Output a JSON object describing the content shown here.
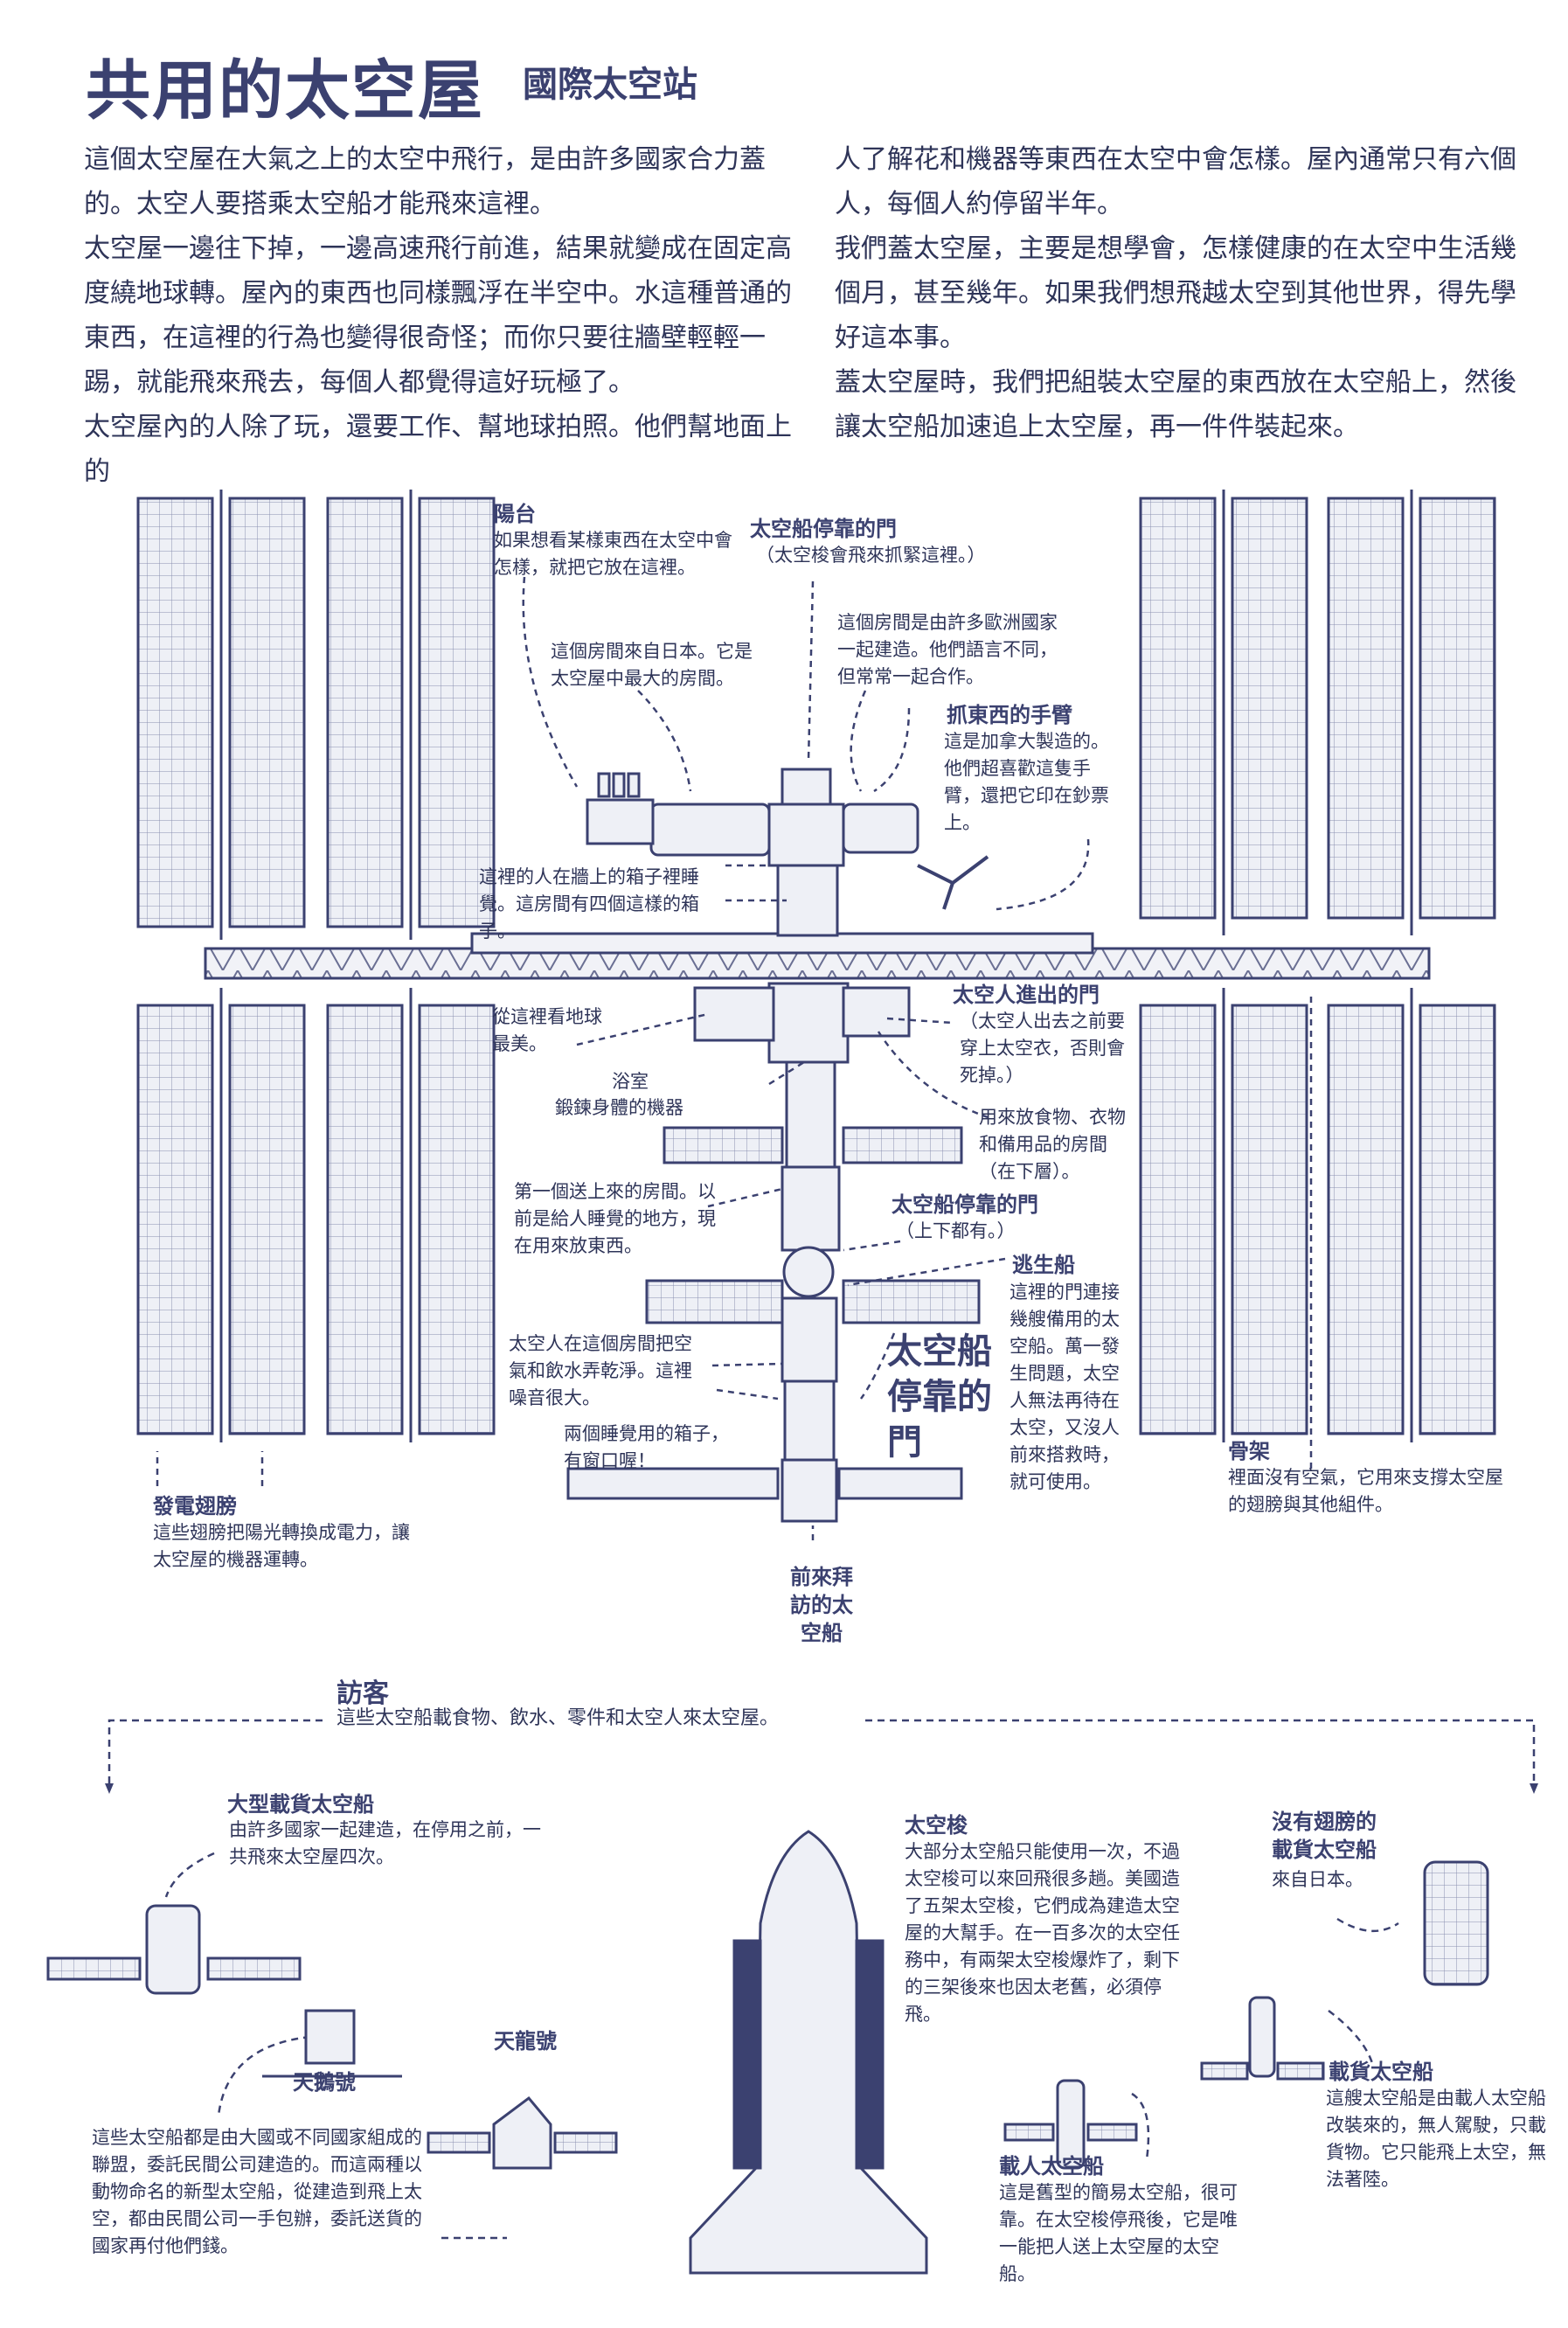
{
  "header": {
    "title": "共用的太空屋",
    "subtitle": "國際太空站"
  },
  "intro": {
    "left": [
      "這個太空屋在大氣之上的太空中飛行，是由許多國家合力蓋的。太空人要搭乘太空船才能飛來這裡。",
      "太空屋一邊往下掉，一邊高速飛行前進，結果就變成在固定高度繞地球轉。屋內的東西也同樣飄浮在半空中。水這種普通的東西，在這裡的行為也變得很奇怪；而你只要往牆壁輕輕一踢，就能飛來飛去，每個人都覺得這好玩極了。",
      "太空屋內的人除了玩，還要工作、幫地球拍照。他們幫地面上的"
    ],
    "right": [
      "人了解花和機器等東西在太空中會怎樣。屋內通常只有六個人，每個人約停留半年。",
      "我們蓋太空屋，主要是想學會，怎樣健康的在太空中生活幾個月，甚至幾年。如果我們想飛越太空到其他世界，得先學好這本事。",
      "蓋太空屋時，我們把組裝太空屋的東西放在太空船上，然後讓太空船加速追上太空屋，再一件件裝起來。"
    ]
  },
  "station": {
    "balcony": {
      "label": "陽台",
      "note": "如果想看某樣東西在太空中會怎樣，就把它放在這裡。"
    },
    "dock_top": {
      "label": "太空船停靠的門",
      "note": "（太空梭會飛來抓緊這裡。）"
    },
    "japan_room": {
      "note": "這個房間來自日本。它是太空屋中最大的房間。"
    },
    "europe_room": {
      "note": "這個房間是由許多歐洲國家一起建造。他們語言不同，但常常一起合作。"
    },
    "arm": {
      "label": "抓東西的手臂",
      "note": "這是加拿大製造的。他們超喜歡這隻手臂，還把它印在鈔票上。"
    },
    "sleep_boxes": {
      "note": "這裡的人在牆上的箱子裡睡覺。這房間有四個這樣的箱子。"
    },
    "earth_view": {
      "note": "從這裡看地球最美。"
    },
    "bathroom": {
      "note": "浴室"
    },
    "gym": {
      "note": "鍛鍊身體的機器"
    },
    "airlock": {
      "label": "太空人進出的門",
      "note": "（太空人出去之前要穿上太空衣，否則會死掉。）"
    },
    "storage": {
      "note": "用來放食物、衣物和備用品的房間（在下層）。"
    },
    "first_room": {
      "note": "第一個送上來的房間。以前是給人睡覺的地方，現在用來放東西。"
    },
    "dock_mid": {
      "label": "太空船停靠的門",
      "note": "（上下都有。）"
    },
    "escape": {
      "label": "逃生船",
      "note": "這裡的門連接幾艘備用的太空船。萬一發生問題，太空人無法再待在太空，又沒人前來搭救時，就可使用。"
    },
    "air_water": {
      "note": "太空人在這個房間把空氣和飲水弄乾淨。這裡噪音很大。"
    },
    "dock_big": {
      "label": "太空船停靠的門"
    },
    "sleep_window": {
      "note": "兩個睡覺用的箱子，有窗口喔！"
    },
    "solar": {
      "label": "發電翅膀",
      "note": "這些翅膀把陽光轉換成電力，讓太空屋的機器運轉。"
    },
    "truss": {
      "label": "骨架",
      "note": "裡面沒有空氣，它用來支撐太空屋的翅膀與其他組件。"
    },
    "visiting": {
      "label": "前來拜訪的太空船"
    }
  },
  "visitors": {
    "label": "訪客",
    "note": "這些太空船載食物、飲水、零件和太空人來太空屋。",
    "atv": {
      "label": "大型載貨太空船",
      "note": "由許多國家一起建造，在停用之前，一共飛來太空屋四次。"
    },
    "cygnus": {
      "label": "天鵝號"
    },
    "dragon": {
      "label": "天龍號"
    },
    "commercial": {
      "note": "這些太空船都是由大國或不同國家組成的聯盟，委託民間公司建造的。而這兩種以動物命名的新型太空船，從建造到飛上太空，都由民間公司一手包辦，委託送貨的國家再付他們錢。"
    },
    "shuttle": {
      "label": "太空梭",
      "note": "大部分太空船只能使用一次，不過太空梭可以來回飛很多趟。美國造了五架太空梭，它們成為建造太空屋的大幫手。在一百多次的太空任務中，有兩架太空梭爆炸了，剩下的三架後來也因太老舊，必須停飛。"
    },
    "soyuz": {
      "label": "載人太空船",
      "note": "這是舊型的簡易太空船，很可靠。在太空梭停飛後，它是唯一能把人送上太空屋的太空船。"
    },
    "htv": {
      "label": "沒有翅膀的載貨太空船",
      "note": "來自日本。"
    },
    "progress": {
      "label": "載貨太空船",
      "note": "這艘太空船是由載人太空船改裝來的，無人駕駛，只載貨物。它只能飛上太空，無法著陸。"
    }
  },
  "colors": {
    "ink": "#3b4170",
    "text": "#2e3458",
    "panel": "#e9ebf3",
    "line": "#6a6f93"
  }
}
